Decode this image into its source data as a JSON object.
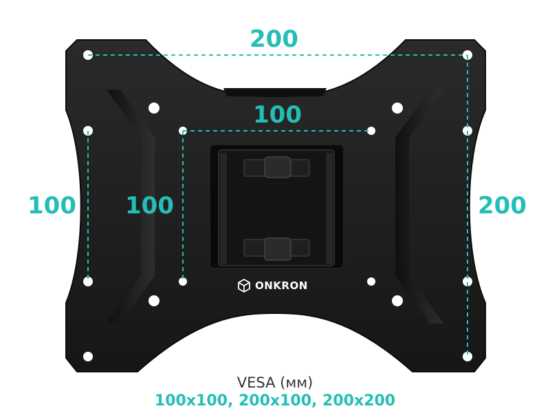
{
  "dimensions": {
    "top_outer": "200",
    "top_inner": "100",
    "left_outer": "100",
    "left_inner": "100",
    "right_outer": "200"
  },
  "brand": {
    "name": "ONKRON",
    "logo_icon": "cube-logo-icon"
  },
  "caption": {
    "title": "VESA (мм)",
    "sizes": "100x100, 200x100, 200x200"
  },
  "colors": {
    "accent": "#23bfb6",
    "plate": "#1b1b1b",
    "background": "#ffffff"
  }
}
